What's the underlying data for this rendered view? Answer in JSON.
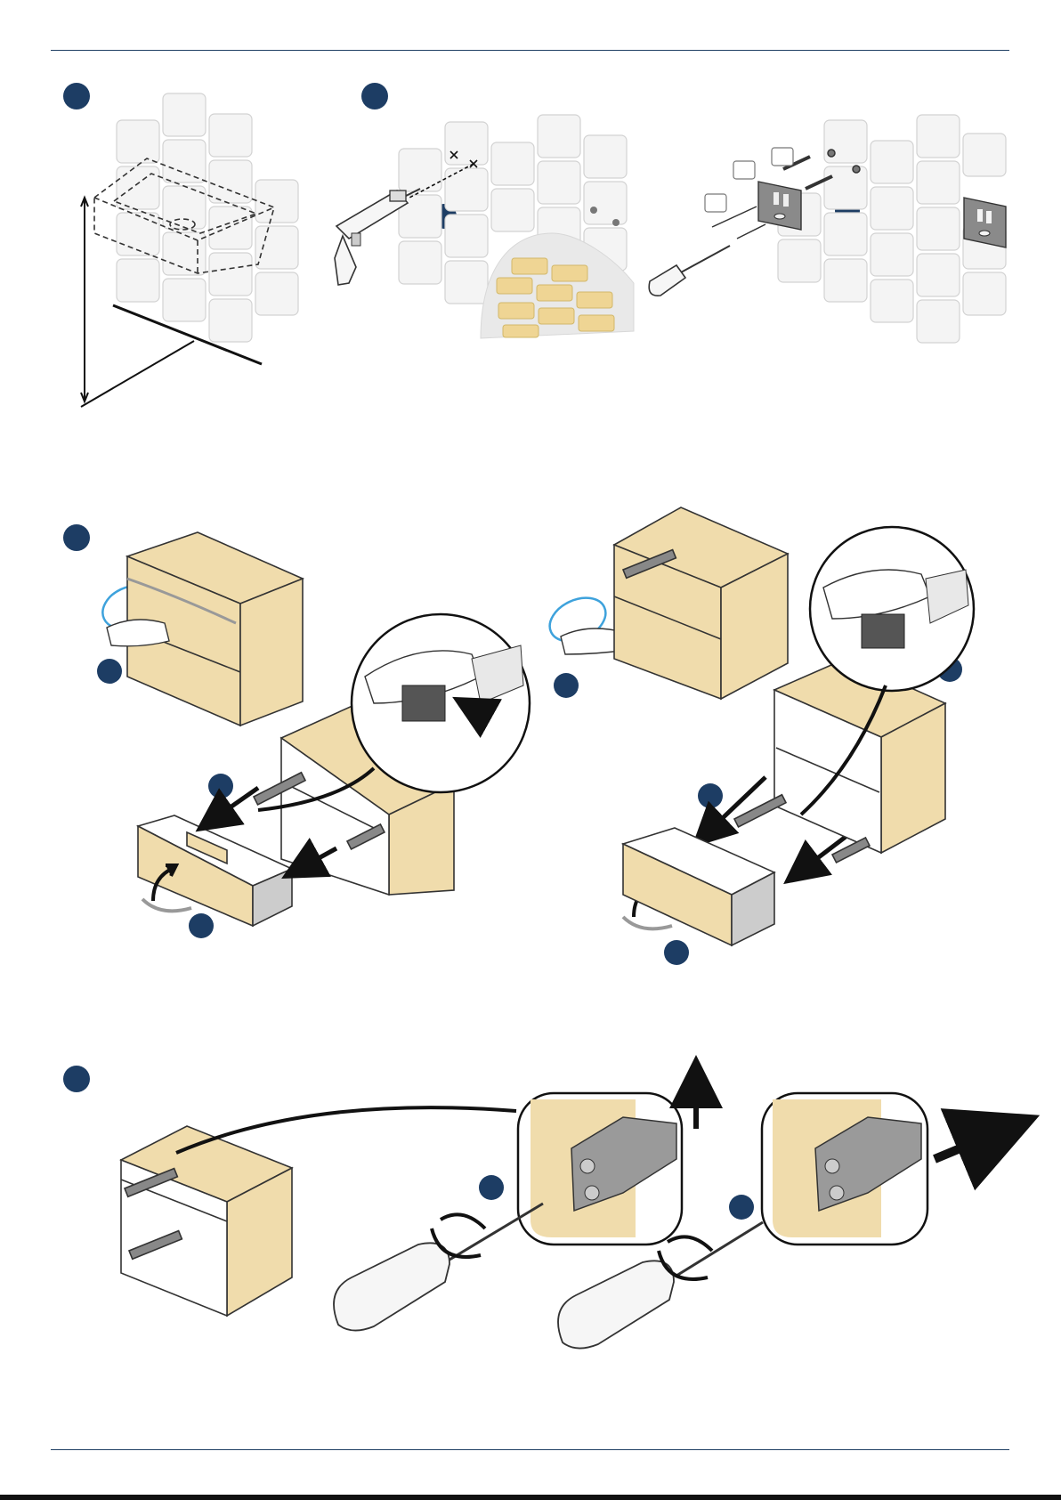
{
  "page": {
    "title": "",
    "page_number": ""
  },
  "colors": {
    "accent": "#1d3d64",
    "wood": "#f0dcac",
    "brick": "#efd594",
    "tile": "#f3f3f3",
    "tile_stroke": "#cfcfcf",
    "highlight": "#3ea2dc",
    "metal": "#8a8a8a",
    "dark": "#333333"
  },
  "steps": [
    {
      "id": "step-1",
      "icon": "step-number-circle",
      "content": "measure-height-for-basin"
    },
    {
      "id": "step-2",
      "icon": "step-number-circle",
      "content": "drill-and-mount-wall-brackets"
    },
    {
      "id": "step-3",
      "icon": "step-number-circle",
      "content": "remove-drawers-press-release-clips"
    },
    {
      "id": "step-4",
      "icon": "step-number-circle",
      "content": "adjust-hanging-brackets-with-screwdriver"
    }
  ]
}
